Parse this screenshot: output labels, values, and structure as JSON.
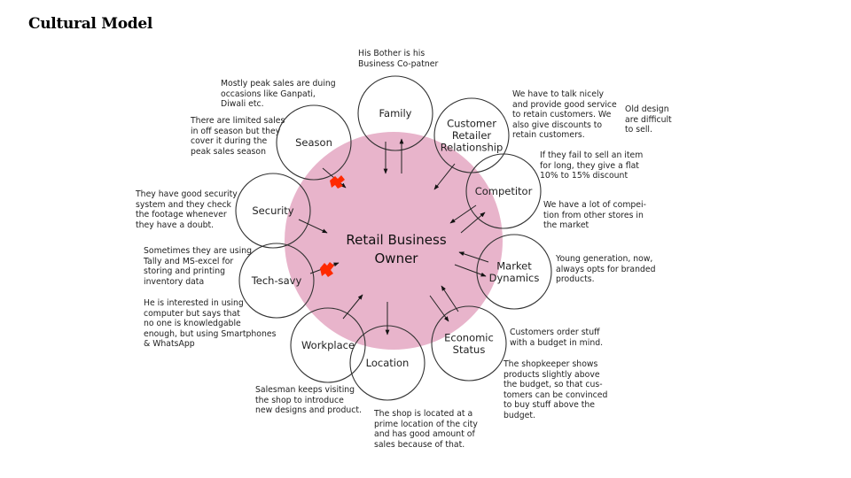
{
  "title": "Cultural Model",
  "center": {
    "label_lines": [
      "Retail Business",
      "Owner"
    ],
    "color": "#e8b4cb"
  },
  "nodes": [
    {
      "id": "family",
      "label_lines": [
        "Family"
      ]
    },
    {
      "id": "customer-retailer-relationship",
      "label_lines": [
        "Customer",
        "Retailer",
        "Relationship"
      ]
    },
    {
      "id": "competitor",
      "label_lines": [
        "Competitor"
      ]
    },
    {
      "id": "market-dynamics",
      "label_lines": [
        "Market",
        "Dynamics"
      ]
    },
    {
      "id": "economic-status",
      "label_lines": [
        "Economic",
        "Status"
      ]
    },
    {
      "id": "location",
      "label_lines": [
        "Location"
      ]
    },
    {
      "id": "workplace",
      "label_lines": [
        "Workplace"
      ]
    },
    {
      "id": "tech-savy",
      "label_lines": [
        "Tech-savy"
      ]
    },
    {
      "id": "security",
      "label_lines": [
        "Security"
      ]
    },
    {
      "id": "season",
      "label_lines": [
        "Season"
      ]
    }
  ],
  "breakdown_color": "#ff2a00",
  "notes": {
    "family": "His Bother is his\nBusiness Co-patner",
    "customer_retailer": "We have to talk nicely\nand provide good service\nto retain customers. We\nalso give discounts to\nretain customers.",
    "old_design": "Old design\nare difficult\nto sell.",
    "competitor_discount": "If they fail to sell an item\nfor long, they give a flat\n10% to 15% discount",
    "competitor_competition": "We have a lot of compei-\ntion from other stores in\nthe market",
    "market_dynamics": "Young generation, now,\nalways opts for branded\nproducts.",
    "economic_budget": "Customers order stuff\nwith a budget in mind.",
    "economic_shopkeeper": "The shopkeeper shows\nproducts slightly above\nthe budget, so that cus-\ntomers can be convinced\nto buy stuff above the\nbudget.",
    "location": "The shop is located at a\nprime location of the city\nand has good amount of\nsales because of that.",
    "workplace": "Salesman keeps visiting\n the shop to introduce\nnew designs and product.",
    "tech_interest": "He is interested in using\ncomputer but says that\nno one is knowledgable\nenough, but using Smartphones\n& WhatsApp",
    "tech_tally": "Sometimes they are using\nTally and MS-excel for\nstoring and printing\ninventory data",
    "security": "They have good security\nsystem and they check\nthe footage whenever\nthey have a doubt.",
    "season_limited": "There are limited sales\nin off season but they\ncover it during the\npeak sales season",
    "season_peak": "Mostly peak sales are duing\noccasions like Ganpati,\nDiwali etc."
  }
}
